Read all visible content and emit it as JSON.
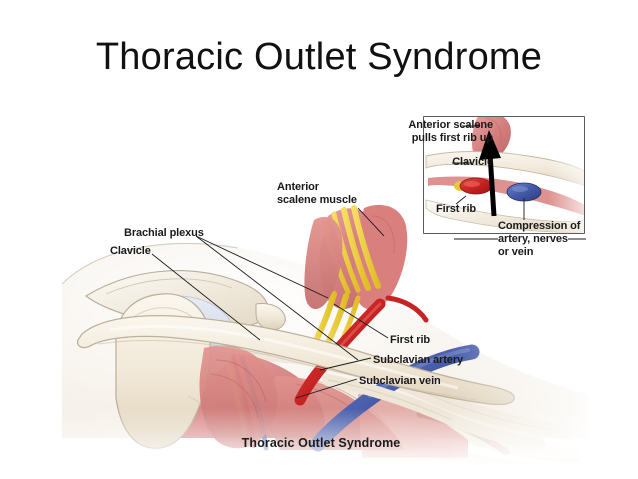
{
  "slide": {
    "title": "Thoracic Outlet Syndrome",
    "background_color": "#ffffff"
  },
  "figure": {
    "caption": "Thoracic Outlet Syndrome",
    "alt": "Medical illustration of the shoulder and neck showing the brachial plexus, clavicle, first rib, subclavian artery and vein, with an inset detail of the anterior scalene muscle pulling the first rib up",
    "main_labels": [
      {
        "id": "brachial-plexus",
        "text": "Brachial plexus"
      },
      {
        "id": "clavicle",
        "text": "Clavicle"
      },
      {
        "id": "anterior-scalene",
        "text": "Anterior\nscalene muscle"
      },
      {
        "id": "first-rib",
        "text": "First rib"
      },
      {
        "id": "subclavian-artery",
        "text": "Subclavian artery"
      },
      {
        "id": "subclavian-vein",
        "text": "Subclavian vein"
      }
    ],
    "inset_labels": [
      {
        "id": "anterior-scalene-pull",
        "text": "Anterior scalene\npulls first rib up"
      },
      {
        "id": "clavicle-inset",
        "text": "Clavicle"
      },
      {
        "id": "first-rib-inset",
        "text": "First rib"
      },
      {
        "id": "compression",
        "text": "Compression of\nartery, nerves\nor vein"
      }
    ],
    "colors": {
      "bone": "#f0e9dc",
      "bone_shade": "#ddd2be",
      "muscle": "#d98a8a",
      "muscle_dark": "#c06a6d",
      "muscle_light": "#e8a8a6",
      "nerve": "#f0d23c",
      "artery": "#cf2222",
      "vein": "#3a4fa3",
      "cartilage": "#dfe4ef",
      "outline": "#8c8274",
      "leader_line": "#1a1a1a",
      "inset_border": "#333333",
      "arrow": "#000000"
    }
  }
}
